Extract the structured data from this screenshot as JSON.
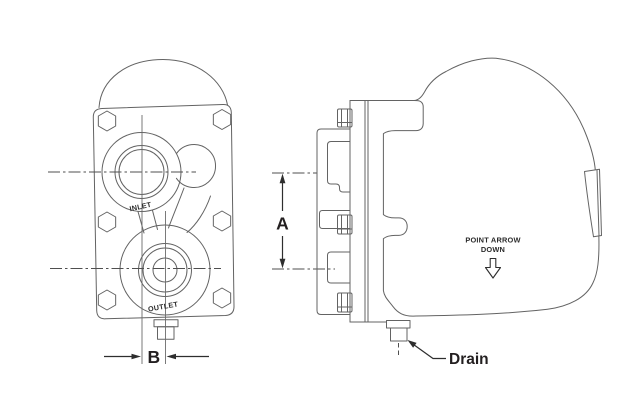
{
  "drawing": {
    "front_view": {
      "inlet_label": "INLET",
      "outlet_label": "OUTLET"
    },
    "side_view": {
      "orientation_note": {
        "line1": "POINT ARROW",
        "line2": "DOWN"
      },
      "drain_label": "Drain"
    },
    "dimensions": {
      "vertical_label": "A",
      "offset_label": "B"
    },
    "colors": {
      "line": "#636363",
      "dimension_line": "#2e2e2e",
      "text": "#231f20",
      "background": "#ffffff"
    }
  }
}
